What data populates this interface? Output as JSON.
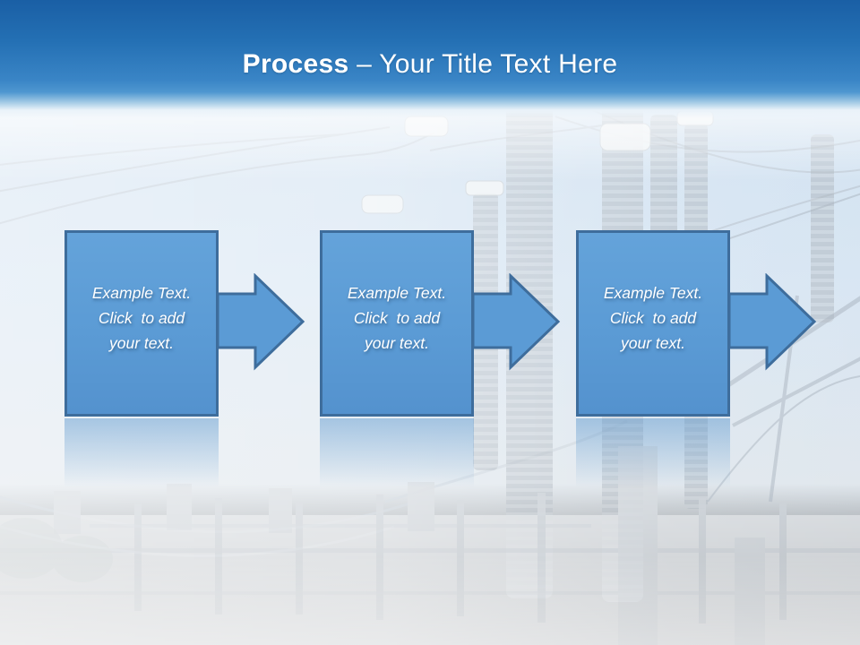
{
  "slide": {
    "title": {
      "bold": "Process",
      "rest": " – Your Title Text Here"
    },
    "steps": [
      {
        "text": "Example Text.\nClick  to add\nyour text."
      },
      {
        "text": "Example Text.\nClick  to add\nyour text."
      },
      {
        "text": "Example Text.\nClick  to add\nyour text."
      }
    ],
    "background_image": "power-substation-photo-washed-out",
    "colors": {
      "header_top": "#1a5fa5",
      "header_bottom": "#4f97d0",
      "box_fill": "#5b9bd5",
      "box_border": "#3e6d9c",
      "text": "#ffffff",
      "body_background": "#d3e2f0"
    }
  }
}
